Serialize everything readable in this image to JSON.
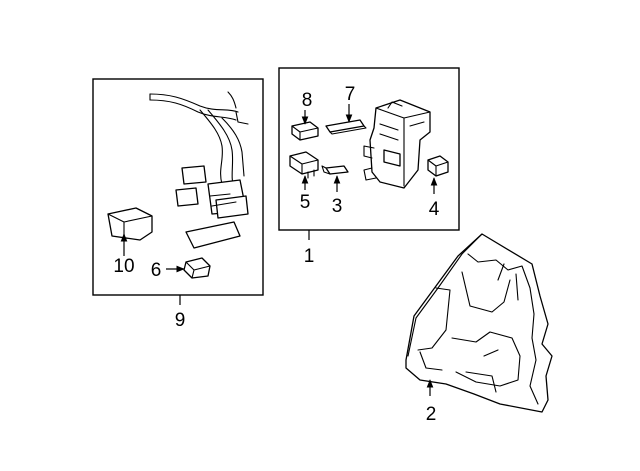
{
  "callouts": {
    "c1": "1",
    "c2": "2",
    "c3": "3",
    "c4": "4",
    "c5": "5",
    "c6": "6",
    "c7": "7",
    "c8": "8",
    "c9": "9",
    "c10": "10"
  },
  "icons": [
    "wire-harness-icon",
    "fuse-box-icon",
    "relay-icon",
    "fuse-icon",
    "cover-icon",
    "bracket-icon",
    "connector-icon"
  ]
}
